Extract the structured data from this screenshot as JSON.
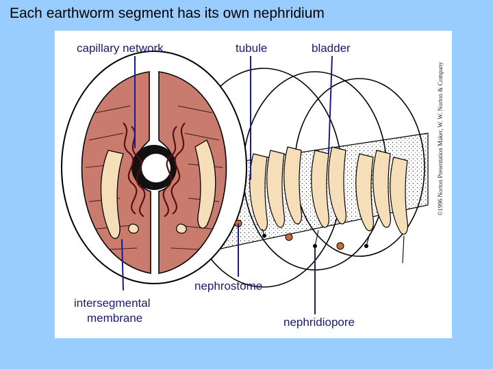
{
  "slide": {
    "title": "Each earthworm segment has its own nephridium"
  },
  "diagram": {
    "labels": {
      "capillary_network": "capillary network",
      "tubule": "tubule",
      "bladder": "bladder",
      "nephrostome": "nephrostome",
      "intersegmental_line1": "intersegmental",
      "intersegmental_line2": "membrane",
      "nephridiopore": "nephridiopore"
    },
    "copyright": "©1996 Norton Presentation Maker, W. W. Norton & Company"
  }
}
